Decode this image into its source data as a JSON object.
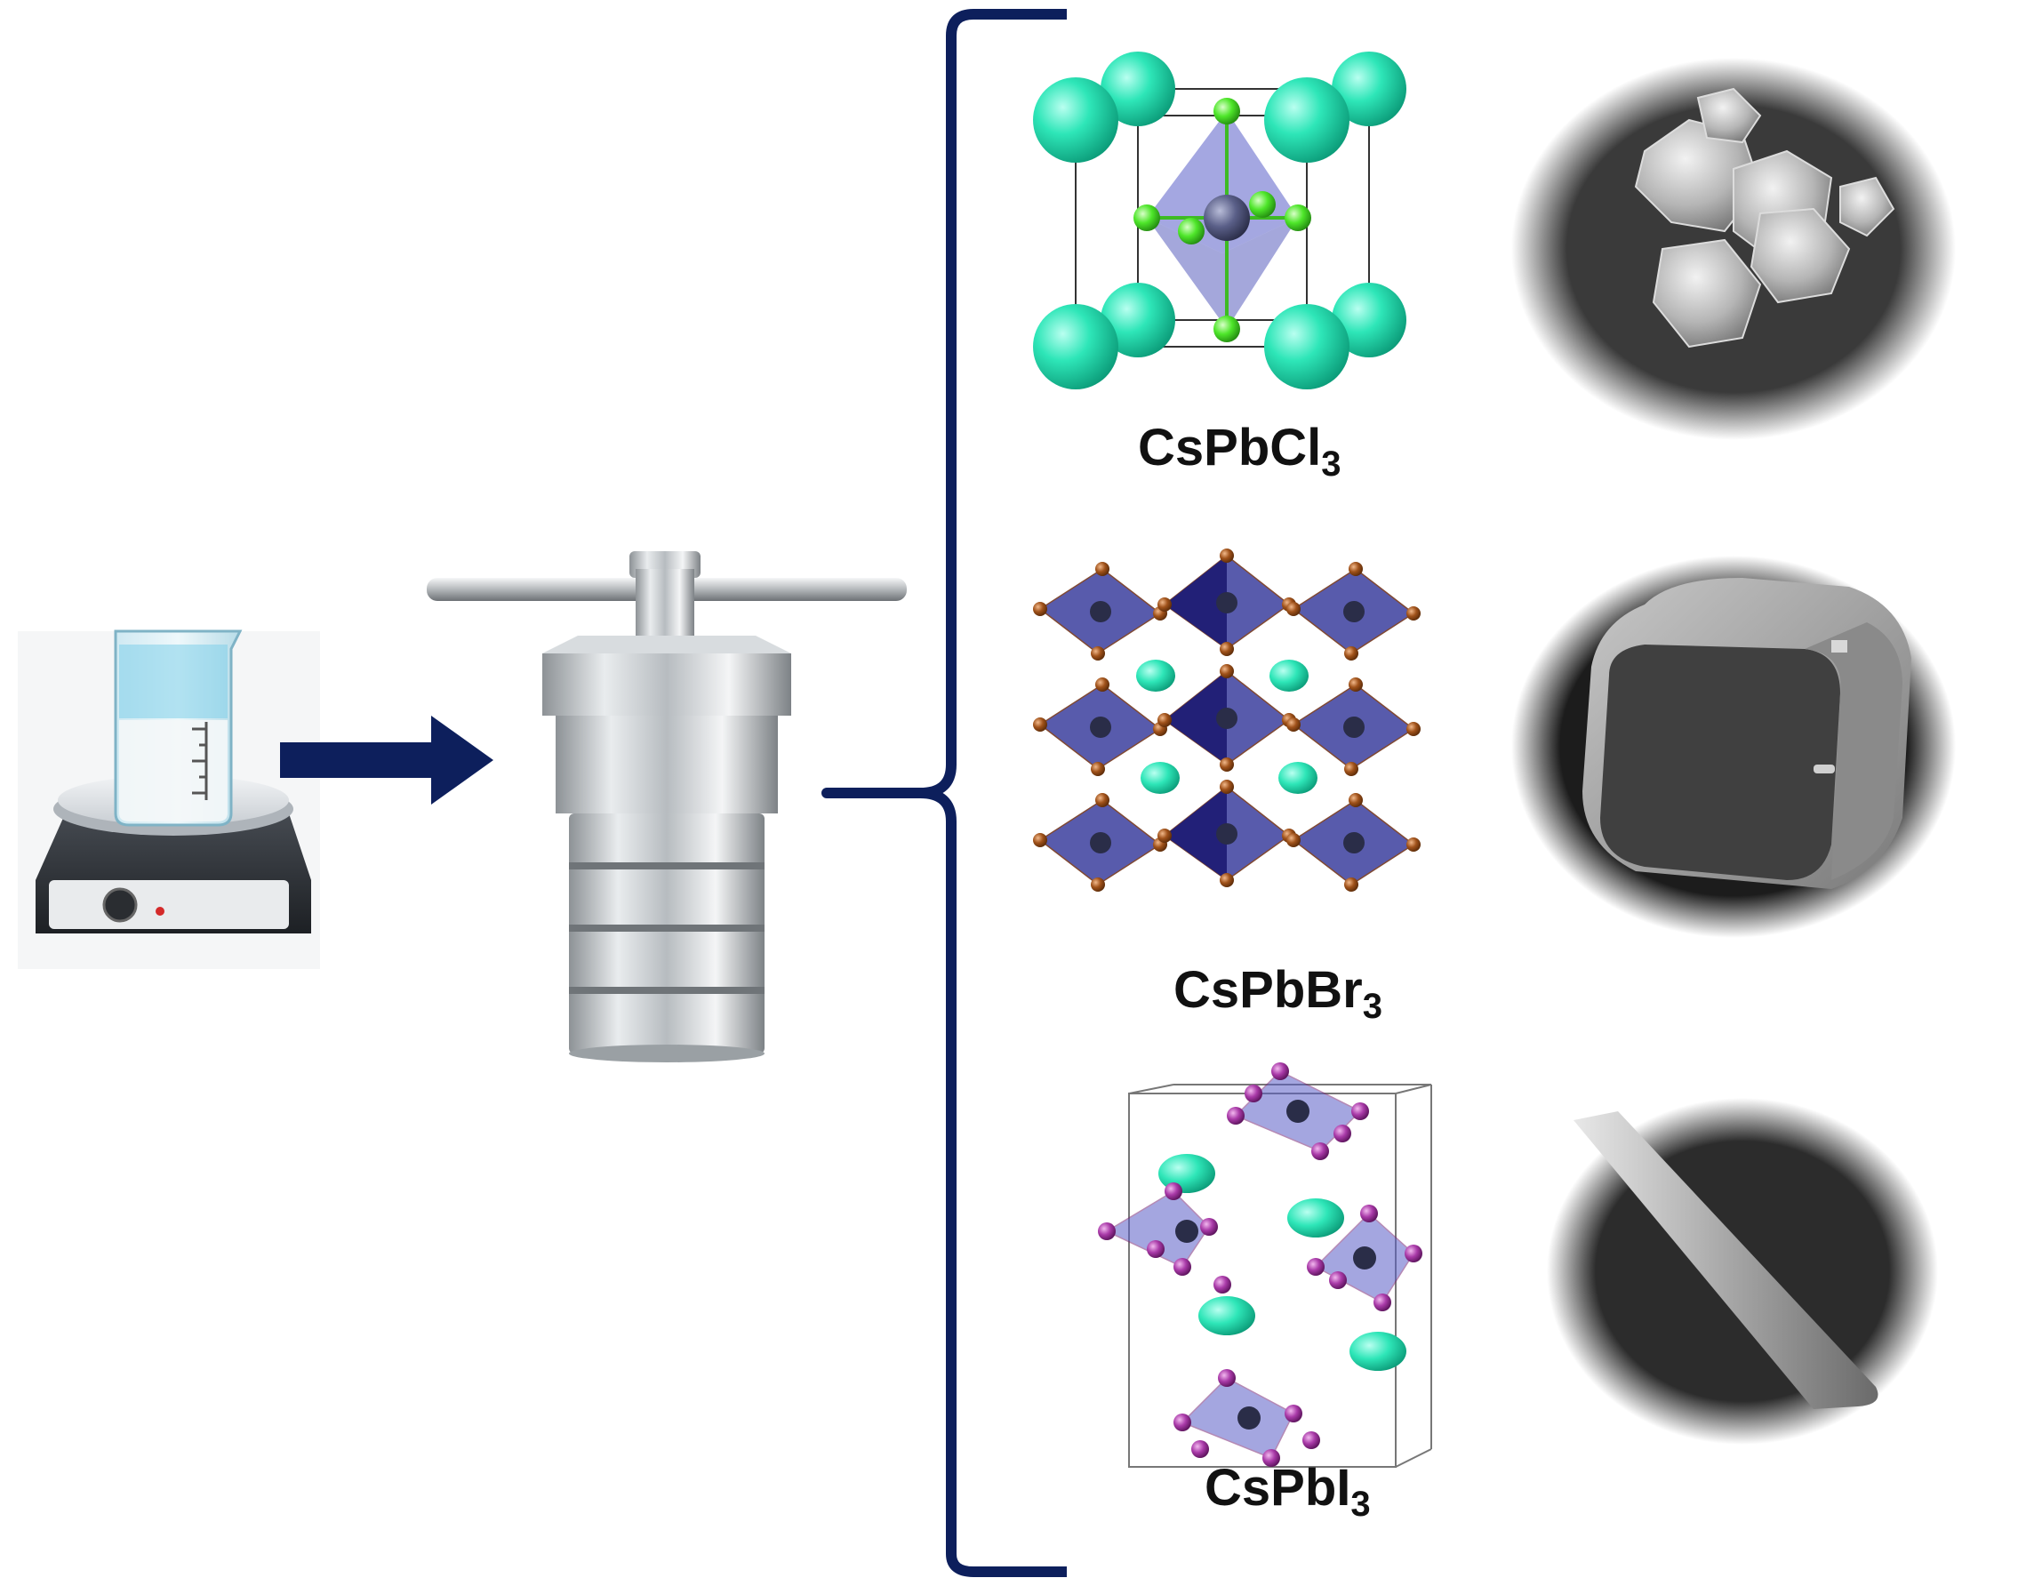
{
  "materials": [
    {
      "formula_base": "CsPbCl",
      "subscript": "3"
    },
    {
      "formula_base": "CsPbBr",
      "subscript": "3"
    },
    {
      "formula_base": "CsPbI",
      "subscript": "3"
    }
  ],
  "colors": {
    "arrow": "#0d1f5c",
    "cs_atom": "#2ee6b8",
    "cl_atom": "#4ee62a",
    "br_atom": "#a0521a",
    "i_atom": "#a93aa8",
    "pb_octahedron": "#5a5fc8",
    "sem_background": "#3a3a3a"
  }
}
